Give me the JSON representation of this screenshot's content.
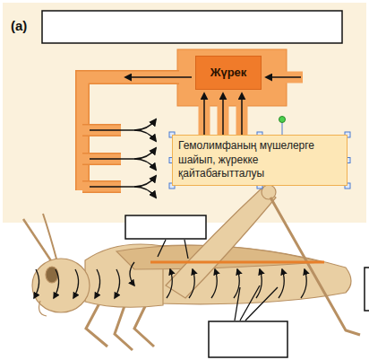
{
  "diagram": {
    "nodes": [
      {
        "text": [
          "Жүрек"
        ]
      },
      {
        "text": [
          "Гемолимфаның мүшелерге шайып, жүрекке қайтабағытталуы"
        ]
      }
    ],
    "labels": [
      "(a)"
    ]
  }
}
